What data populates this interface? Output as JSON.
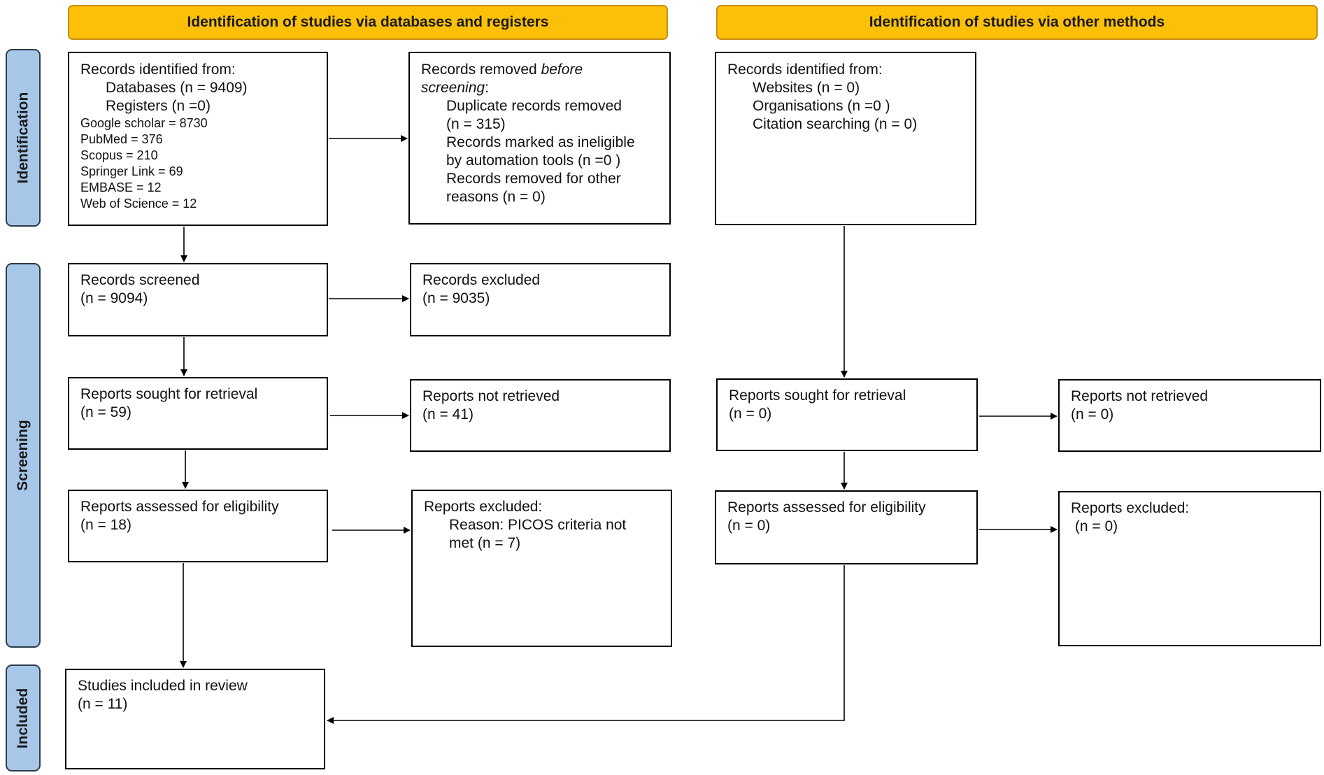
{
  "headers": {
    "databases": "Identification of studies via databases and registers",
    "other": "Identification of studies via other methods"
  },
  "phases": {
    "identification": "Identification",
    "screening": "Screening",
    "included": "Included"
  },
  "left": {
    "records_identified": {
      "title": "Records identified from:",
      "databases": "Databases (n = 9409)",
      "registers": "Registers (n =0)",
      "sources": [
        "Google scholar = 8730",
        "PubMed = 376",
        "Scopus = 210",
        "Springer Link = 69",
        "EMBASE = 12",
        "Web of Science = 12"
      ]
    },
    "records_removed": {
      "title_prefix": "Records removed ",
      "title_emph": "before",
      "title_emph2": "screening",
      "title_colon": ":",
      "duplicates": "Duplicate records removed",
      "duplicates_n": "(n = 315)",
      "ineligible": "Records marked as ineligible",
      "ineligible_n": "by automation tools (n =0 )",
      "other": "Records removed for other",
      "other_n": "reasons (n = 0)"
    },
    "records_screened": {
      "label": "Records screened",
      "n": "(n = 9094)"
    },
    "records_excluded": {
      "label": "Records excluded",
      "n": "(n = 9035)"
    },
    "reports_sought": {
      "label": "Reports sought for retrieval",
      "n": "(n = 59)"
    },
    "reports_not_retrieved": {
      "label": "Reports not retrieved",
      "n": "(n = 41)"
    },
    "reports_assessed": {
      "label": "Reports assessed for eligibility",
      "n": "(n = 18)"
    },
    "reports_excluded": {
      "label": "Reports excluded:",
      "reason1": "Reason: PICOS criteria not",
      "reason2": "met (n = 7)"
    },
    "studies_included": {
      "label": "Studies included in review",
      "n": "(n = 11)"
    }
  },
  "right": {
    "records_identified": {
      "title": "Records identified from:",
      "websites": "Websites (n = 0)",
      "organisations": "Organisations (n =0 )",
      "citation": "Citation searching (n = 0)"
    },
    "reports_sought": {
      "label": "Reports sought for retrieval",
      "n": "(n = 0)"
    },
    "reports_not_retrieved": {
      "label": "Reports not retrieved",
      "n": "(n = 0)"
    },
    "reports_assessed": {
      "label": "Reports assessed for eligibility",
      "n": "(n = 0)"
    },
    "reports_excluded": {
      "label": "Reports excluded:",
      "n": " (n = 0)"
    }
  }
}
